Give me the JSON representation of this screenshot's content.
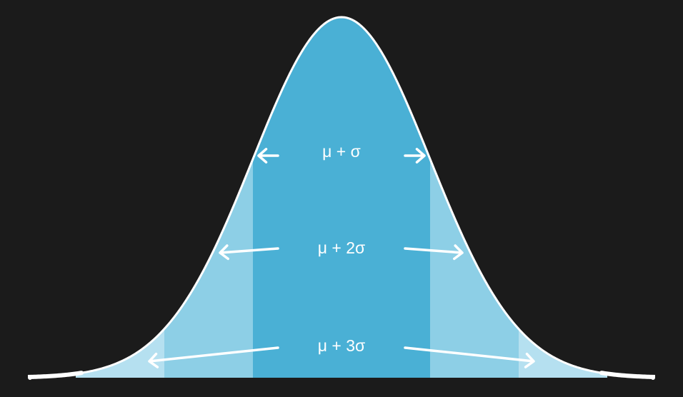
{
  "diagram": {
    "bands": [
      {
        "label": "μ + σ",
        "sigma": 1
      },
      {
        "label": "μ + 2σ",
        "sigma": 2
      },
      {
        "label": "μ + 3σ",
        "sigma": 3
      }
    ],
    "colors": {
      "background": "#1b1b1b",
      "band_1": "#4ab0d5",
      "band_2": "#8dcfe6",
      "band_3": "#b5e0f0",
      "curve": "#ffffff",
      "arrow": "#ffffff",
      "text": "#ffffff"
    }
  }
}
